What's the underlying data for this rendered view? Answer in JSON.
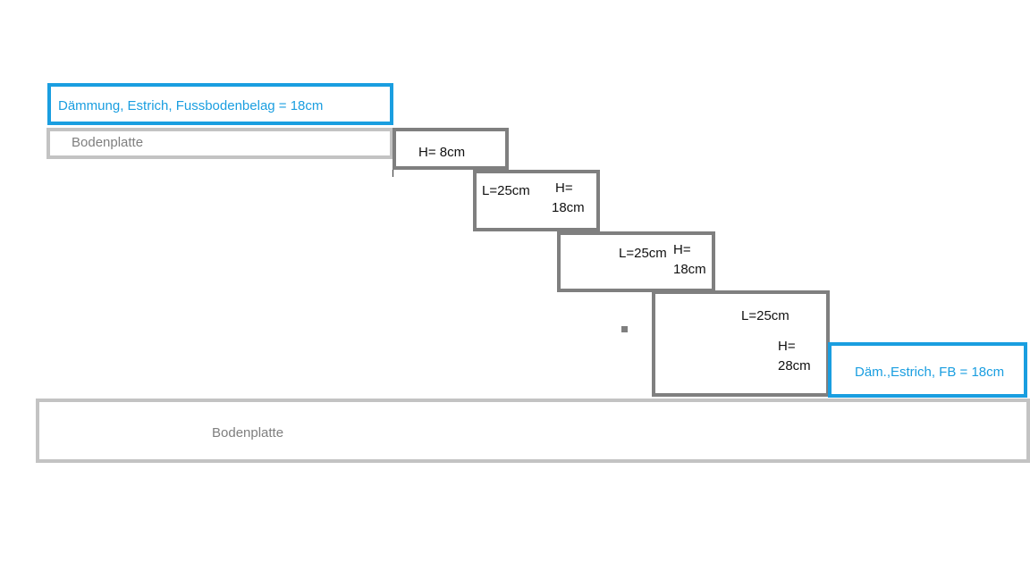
{
  "upper": {
    "insulation_label": "Dämmung, Estrich, Fussbodenbelag = 18cm",
    "slab_label": "Bodenplatte"
  },
  "steps": {
    "step1_height": "H= 8cm",
    "step2_length": "L=25cm",
    "step2_height_1": "H=",
    "step2_height_2": "18cm",
    "step3_length": "L=25cm",
    "step3_height_1": "H=",
    "step3_height_2": "18cm",
    "step4_length": "L=25cm",
    "step4_height_1": "H=",
    "step4_height_2": "28cm"
  },
  "lower": {
    "insulation_label": "Däm.,Estrich, FB = 18cm",
    "slab_label": "Bodenplatte"
  },
  "colors": {
    "insulation": "#1a9ee0",
    "step": "#7f7f7f",
    "slab": "#c3c3c3"
  }
}
